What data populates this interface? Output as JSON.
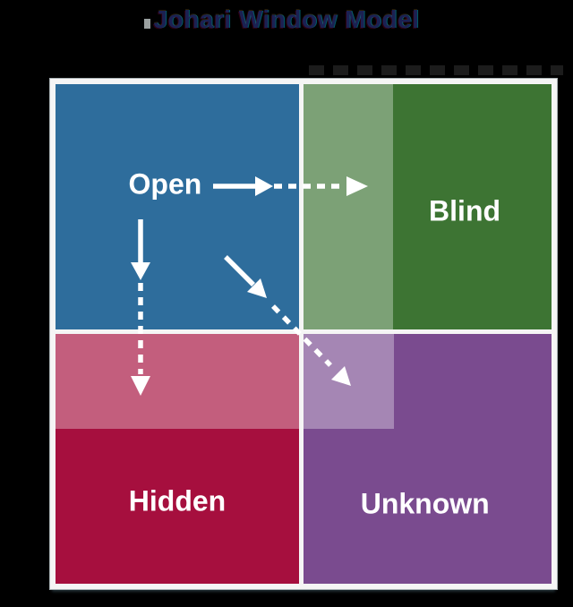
{
  "title": {
    "text": "Johari Window Model"
  },
  "figure": {
    "background_color": "#000000",
    "frame_color": "#f5f5f5",
    "arrow_color": "#ffffff",
    "quadrants": {
      "open": {
        "label": "Open",
        "color": "#2e6d9c"
      },
      "blind": {
        "label": "Blind",
        "color": "#3d7433",
        "light_color": "#81a47a"
      },
      "hidden": {
        "label": "Hidden",
        "color": "#a60f3e",
        "light_color": "#c25c7c"
      },
      "unknown": {
        "label": "Unknown",
        "color": "#7a4b8f",
        "light_color": "#a78fb9"
      }
    },
    "arrows": [
      {
        "name": "open-to-blind",
        "direction": "right",
        "style": "solid then dashed"
      },
      {
        "name": "open-to-hidden",
        "direction": "down",
        "style": "solid then dashed"
      },
      {
        "name": "open-to-unknown",
        "direction": "down-right",
        "style": "solid then dashed"
      }
    ]
  }
}
